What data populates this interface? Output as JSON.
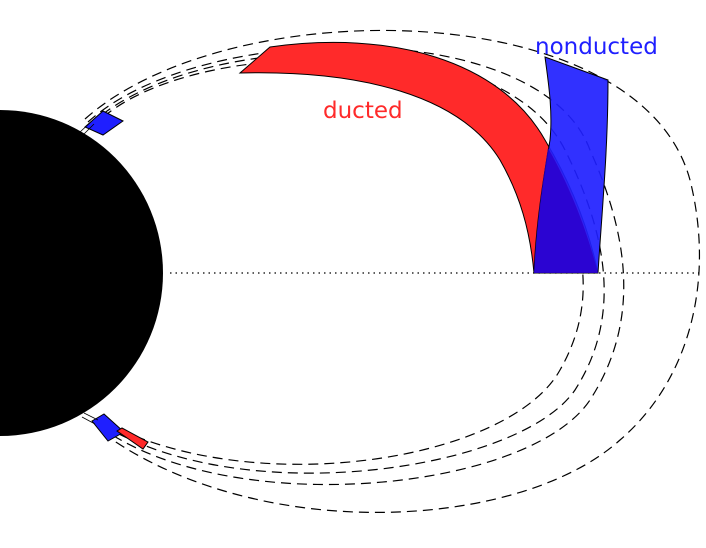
{
  "labels": {
    "ducted": "ducted",
    "nonducted": "nonducted"
  },
  "colors": {
    "ducted": "#ff2a2a",
    "nonducted": "#1f1fff",
    "overlap": "#2a00cc",
    "planet": "#000000",
    "background": "#ffffff"
  },
  "elements": {
    "planet": "planet-disc",
    "equator": "dotted-equator-line",
    "field_lines": "dashed-field-lines",
    "regions": [
      "ducted-region",
      "nonducted-region"
    ]
  }
}
